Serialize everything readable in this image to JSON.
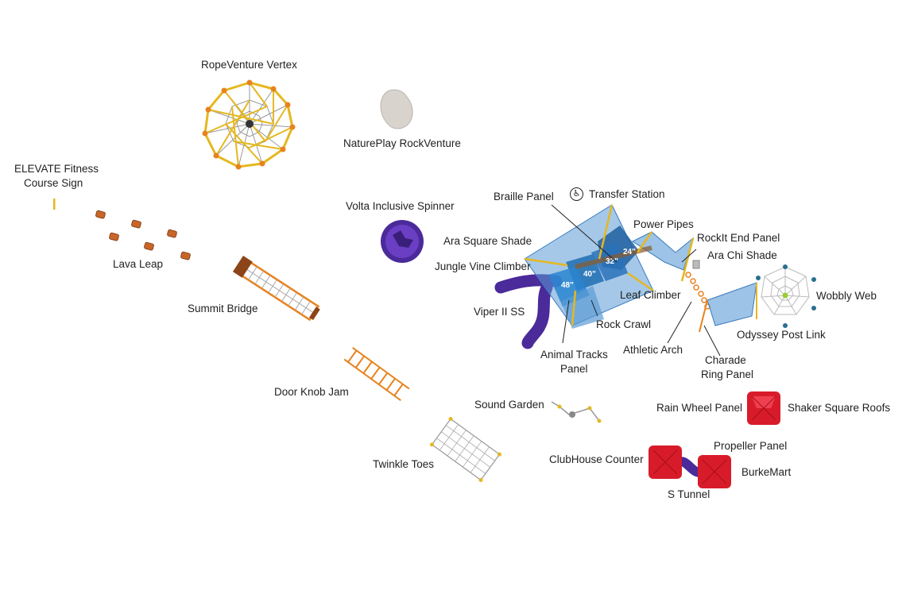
{
  "labels": {
    "ropeventure_vertex": "RopeVenture Vertex",
    "natureplay_rockventure": "NaturePlay RockVenture",
    "elevate_sign_line1": "ELEVATE Fitness",
    "elevate_sign_line2": "Course Sign",
    "lava_leap": "Lava Leap",
    "volta_spinner": "Volta Inclusive Spinner",
    "summit_bridge": "Summit Bridge",
    "door_knob_jam": "Door Knob Jam",
    "twinkle_toes": "Twinkle Toes",
    "sound_garden": "Sound Garden",
    "braille_panel": "Braille Panel",
    "transfer_station": "Transfer Station",
    "ara_square_shade": "Ara Square Shade",
    "jungle_vine_climber": "Jungle Vine Climber",
    "viper_ii_ss": "Viper II SS",
    "power_pipes": "Power Pipes",
    "rockit_end_panel": "RockIt End Panel",
    "ara_chi_shade": "Ara Chi Shade",
    "leaf_climber": "Leaf Climber",
    "rock_crawl": "Rock Crawl",
    "animal_tracks_line1": "Animal Tracks",
    "animal_tracks_line2": "Panel",
    "athletic_arch": "Athletic Arch",
    "charade_line1": "Charade",
    "charade_line2": "Ring Panel",
    "wobbly_web": "Wobbly Web",
    "odyssey_post_link": "Odyssey Post Link",
    "rain_wheel_panel": "Rain Wheel Panel",
    "shaker_square_roofs": "Shaker Square Roofs",
    "propeller_panel": "Propeller Panel",
    "clubhouse_counter": "ClubHouse Counter",
    "burkemart": "BurkeMart",
    "s_tunnel": "S Tunnel"
  },
  "deck_heights": {
    "deck_32": "32\"",
    "deck_24": "24\"",
    "deck_40": "40\"",
    "deck_48": "48\""
  },
  "icons": {
    "transfer_station": "wheelchair-accessibility-icon"
  },
  "colors": {
    "deck_blue": "#1f6fb3",
    "shade_blue": "#5b9bd5",
    "post_yellow": "#e5b820",
    "orange": "#e8821e",
    "slide_purple": "#4b2a9a",
    "roof_red": "#d81b2a",
    "rock_gray": "#cfcac4"
  }
}
